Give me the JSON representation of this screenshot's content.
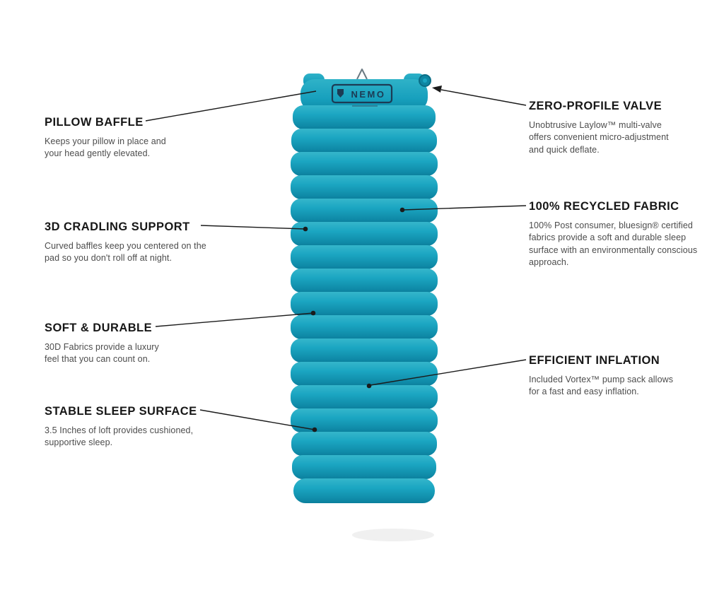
{
  "product": {
    "logo": "NEMO"
  },
  "features": {
    "left": [
      {
        "title": "PILLOW BAFFLE",
        "body": "Keeps your pillow in place and\nyour head gently elevated."
      },
      {
        "title": "3D CRADLING SUPPORT",
        "body": "Curved baffles keep you centered on the\npad so you don't roll off at night."
      },
      {
        "title": "SOFT & DURABLE",
        "body": "30D Fabrics provide a luxury\nfeel that you can count on."
      },
      {
        "title": "STABLE SLEEP SURFACE",
        "body": "3.5 Inches of loft provides cushioned,\nsupportive sleep."
      }
    ],
    "right": [
      {
        "title": "ZERO-PROFILE VALVE",
        "body": "Unobtrusive Laylow™ multi-valve\noffers convenient micro-adjustment\nand quick deflate."
      },
      {
        "title": "100% RECYCLED FABRIC",
        "body": "100% Post consumer, bluesign® certified\nfabrics provide a soft and durable sleep\nsurface with an environmentally conscious\napproach."
      },
      {
        "title": "EFFICIENT INFLATION",
        "body": "Included Vortex™ pump sack allows\nfor a fast and easy inflation."
      }
    ]
  },
  "colors": {
    "pad_teal": "#18a2bf",
    "pad_dark": "#0b7f9c",
    "logo_navy": "#1c3b54",
    "line_black": "#1b1b1b"
  }
}
